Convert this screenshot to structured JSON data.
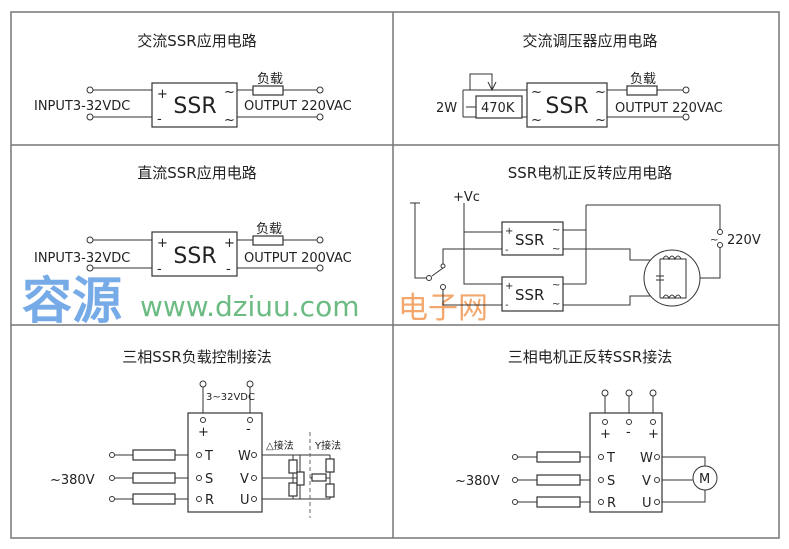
{
  "panels": [
    {
      "title": "交流SSR应用电路",
      "input_label": "INPUT3-32VDC",
      "ssr_label": "SSR",
      "load_label": "负载",
      "output_label": "OUTPUT 220VAC",
      "plus": "+",
      "minus": "-",
      "ac": "~"
    },
    {
      "title": "交流调压器应用电路",
      "power_label": "2W",
      "pot_label": "470K",
      "ssr_label": "SSR",
      "load_label": "负载",
      "output_label": "OUTPUT 220VAC",
      "ac": "~"
    },
    {
      "title": "直流SSR应用电路",
      "input_label": "INPUT3-32VDC",
      "ssr_label": "SSR",
      "load_label": "负载",
      "output_label": "OUTPUT 200VAC",
      "plus": "+",
      "minus": "-"
    },
    {
      "title": "SSR电机正反转应用电路",
      "vc_label": "+Vc",
      "ssr_label": "SSR",
      "supply_label": "220V",
      "plus": "+",
      "minus": "-",
      "ac": "~"
    },
    {
      "title": "三相SSR负载控制接法",
      "dc_label": "3~32VDC",
      "mains_label": "~380V",
      "left_terminals": [
        "T",
        "S",
        "R"
      ],
      "right_terminals": [
        "W",
        "V",
        "U"
      ],
      "delta_label": "△接法",
      "wye_label": "Y接法",
      "plus": "+",
      "minus": "-"
    },
    {
      "title": "三相电机正反转SSR接法",
      "mains_label": "~380V",
      "left_terminals": [
        "T",
        "S",
        "R"
      ],
      "right_terminals": [
        "W",
        "V",
        "U"
      ],
      "motor_label": "M",
      "plus": "+",
      "minus": "-"
    }
  ],
  "watermark": {
    "brand": "容源",
    "suffix": "电子网",
    "url": "www.dziuu.com"
  }
}
